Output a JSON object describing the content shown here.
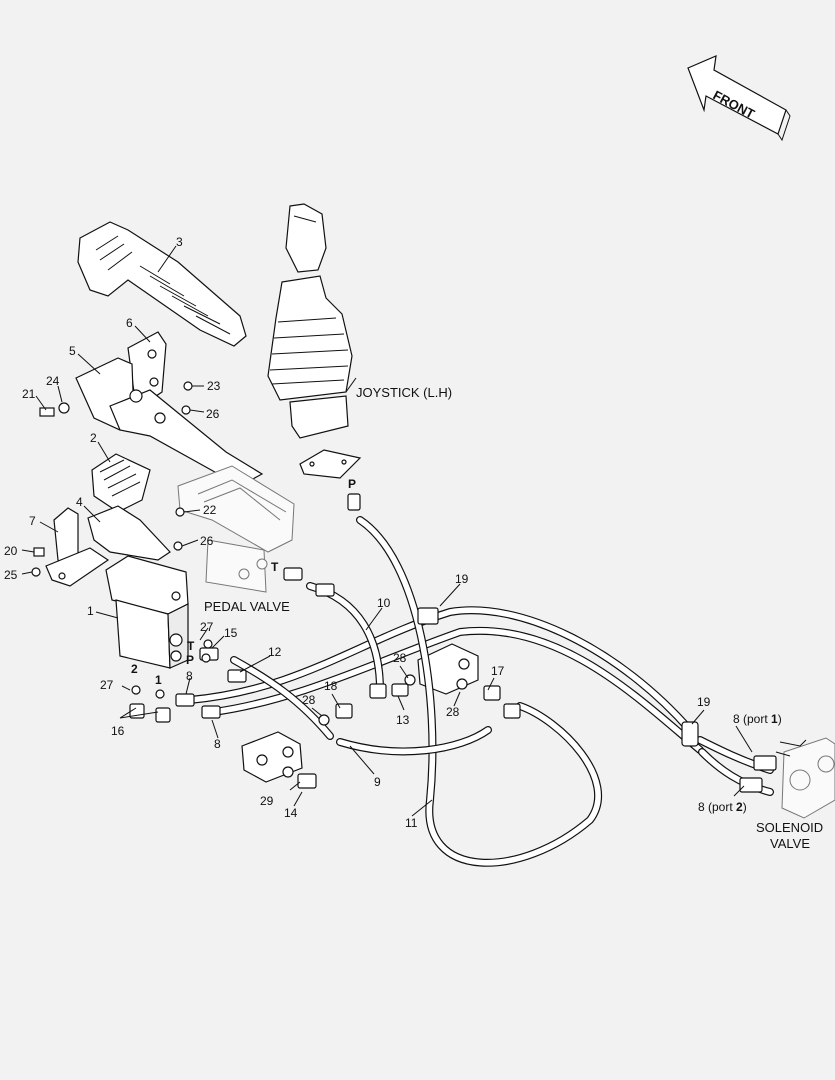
{
  "labels": {
    "front": "FRONT",
    "joystick": "JOYSTICK (L.H)",
    "pedal_valve": "PEDAL VALVE",
    "solenoid_line1": "SOLENOID",
    "solenoid_line2": "VALVE",
    "port1_prefix": "8 (port ",
    "port1_num": "1",
    "port2_prefix": "8 (port ",
    "port2_num": "2",
    "close_paren": ")",
    "port_T1": "T",
    "port_P1": "P",
    "port_T2": "T",
    "port_P2": "P",
    "port_2": "2",
    "port_1": "1"
  },
  "callouts": {
    "c1": "1",
    "c2": "2",
    "c3": "3",
    "c4": "4",
    "c5": "5",
    "c6": "6",
    "c7": "7",
    "c8a": "8",
    "c8b": "8",
    "c9": "9",
    "c10": "10",
    "c11": "11",
    "c12": "12",
    "c13": "13",
    "c14": "14",
    "c15": "15",
    "c16": "16",
    "c17": "17",
    "c18": "18",
    "c19a": "19",
    "c19b": "19",
    "c20": "20",
    "c21": "21",
    "c22": "22",
    "c23": "23",
    "c24": "24",
    "c25": "25",
    "c26a": "26",
    "c26b": "26",
    "c27a": "27",
    "c27b": "27",
    "c28a": "28",
    "c28b": "28",
    "c28c": "28",
    "c29": "29"
  }
}
